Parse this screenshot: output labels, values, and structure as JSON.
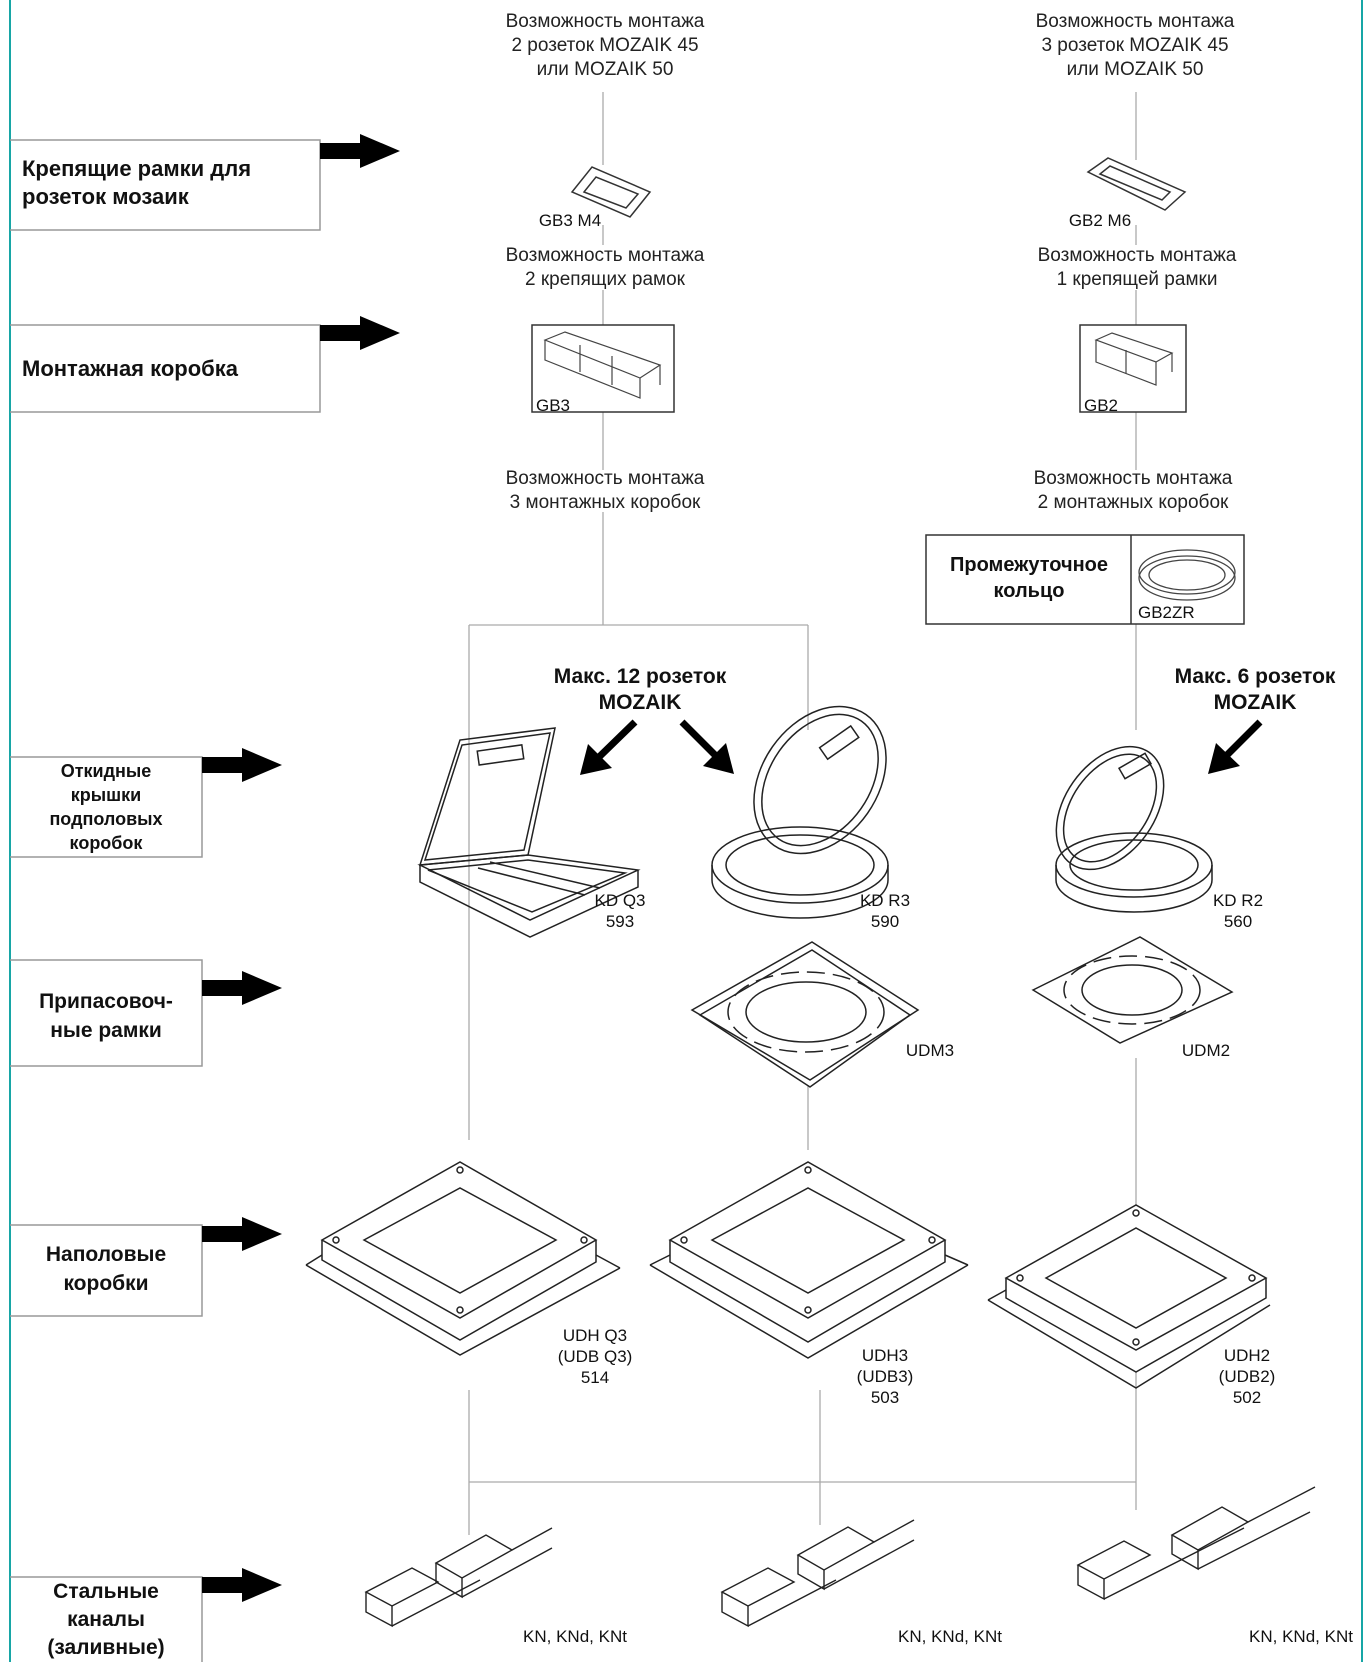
{
  "categories": {
    "frames": "Крепящие рамки для\nрозеток мозаик",
    "mounting_box": "Монтажная коробка",
    "lids": "Откидные\nкрышки\nподполовых\nкоробок",
    "adapter_frames": "Припасовоч-\nные рамки",
    "floor_boxes": "Наполовые\nкоробки",
    "steel_channels": "Стальные\nканалы\n(заливные)"
  },
  "notes": {
    "left_top": "Возможность монтажа\n2 розеток MOZAIK 45\nили MOZAIK 50",
    "right_top": "Возможность монтажа\n3 розеток MOZAIK 45\nили MOZAIK 50",
    "left_frames": "Возможность монтажа\n2 крепящих рамок",
    "right_frames": "Возможность монтажа\n1 крепящей рамки",
    "left_boxes": "Возможность монтажа\n3 монтажных коробок",
    "right_boxes": "Возможность монтажа\n2 монтажных коробок",
    "intermediate_ring": "Промежуточное\nкольцо",
    "max_left": "Макс. 12 розеток\nMOZAIK",
    "max_right": "Макс. 6 розеток\nMOZAIK"
  },
  "parts": {
    "gb3m4": "GB3 M4",
    "gb2m6": "GB2 M6",
    "gb3": "GB3",
    "gb2": "GB2",
    "gb2zr": "GB2ZR",
    "kdq3": "KD Q3\n593",
    "kdr3": "KD R3\n590",
    "kdr2": "KD R2\n560",
    "udm3": "UDM3",
    "udm2": "UDM2",
    "udhq3": "UDH Q3\n(UDB Q3)\n514",
    "udh3": "UDH3\n(UDB3)\n503",
    "udh2": "UDH2\n(UDB2)\n502",
    "kn1": "KN, KNd, KNt",
    "kn2": "KN, KNd, KNt",
    "kn3": "KN, KNd, KNt"
  },
  "colors": {
    "accent_border": "#17a6a6",
    "line": "#999999",
    "ink": "#111111"
  }
}
